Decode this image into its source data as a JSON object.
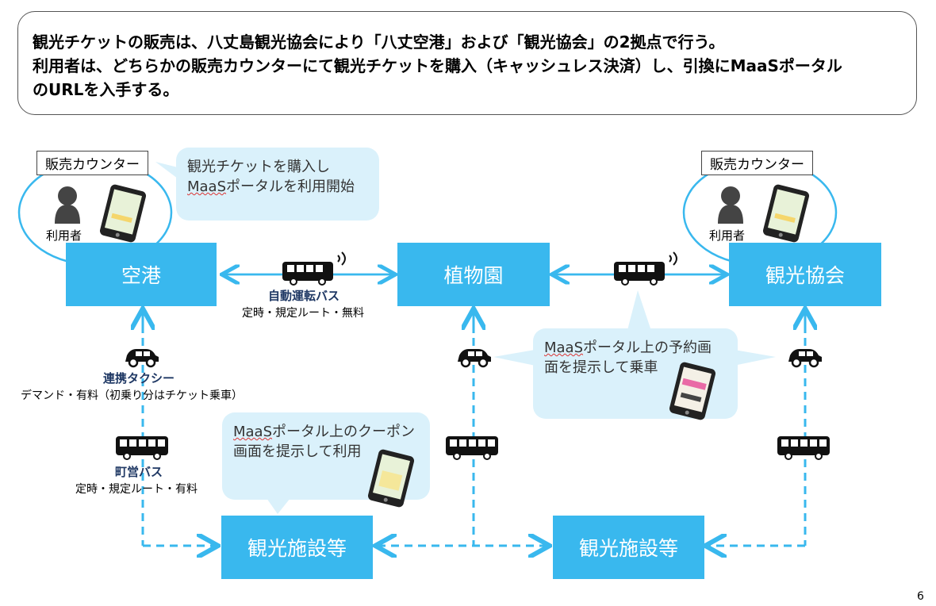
{
  "header": {
    "line1": "観光チケットの販売は、八丈島観光協会により「八丈空港」および「観光協会」の2拠点で行う。",
    "line2": "利用者は、どちらかの販売カウンターにて観光チケットを購入（キャッシュレス決済）し、引換にMaaSポータル",
    "line3": "のURLを入手する。"
  },
  "counters": {
    "left_label": "販売カウンター",
    "right_label": "販売カウンター",
    "left_user": "利用者",
    "right_user": "利用者"
  },
  "bubbles": {
    "purchase_line1": "観光チケットを購入し",
    "purchase_line2_a": "MaaS",
    "purchase_line2_b": "ポータルを利用開始",
    "reserve_line1_a": "MaaS",
    "reserve_line1_b": "ポータル上の予約画",
    "reserve_line2": "面を提示して乗車",
    "coupon_line1_a": "MaaS",
    "coupon_line1_b": "ポータル上のクーポン",
    "coupon_line2": "画面を提示して利用"
  },
  "nodes": {
    "airport": "空港",
    "garden": "植物園",
    "tourism_assoc": "観光協会",
    "facility_left": "観光施設等",
    "facility_right": "観光施設等"
  },
  "transport": {
    "auto_bus_title": "自動運転バス",
    "auto_bus_desc": "定時・規定ルート・無料",
    "taxi_title": "連携タクシー",
    "taxi_desc": "デマンド・有料（初乗り分はチケット乗車）",
    "town_bus_title": "町営バス",
    "town_bus_desc": "定時・規定ルート・有料"
  },
  "colors": {
    "node": "#39b8ee",
    "bubble": "#daf1fb",
    "arrow": "#39b8ee",
    "accent_text": "#1f3864"
  },
  "page_number": "6"
}
